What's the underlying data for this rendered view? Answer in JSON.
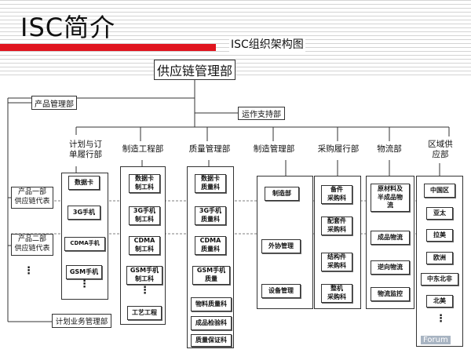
{
  "header": {
    "title": "ISC简介",
    "subtitle": "ISC组织架构图"
  },
  "root": "供应链管理部",
  "side_units": {
    "product_mgmt": "产品管理部",
    "ops_support": "运作支持部",
    "product_line_1": "产品一部\n供应链代表",
    "product_line_2": "产品二部\n供应链代表",
    "plan_business": "计划业务管理部"
  },
  "departments": [
    {
      "name": "计划与订\n单履行部",
      "items": [
        "数据卡",
        "3G手机",
        "CDMA手机",
        "GSM手机"
      ]
    },
    {
      "name": "制造工程部",
      "items": [
        "数据卡\n制工科",
        "3G手机\n制工科",
        "CDMA\n制工科",
        "GSM手机\n制工科",
        "工艺工程"
      ]
    },
    {
      "name": "质量管理部",
      "items": [
        "数据卡\n质量科",
        "3G手机\n质量科",
        "CDMA\n质量科",
        "GSM手机\n质量",
        "物料质量科",
        "成品检验科",
        "质量保证科"
      ]
    },
    {
      "name": "制造管理部",
      "items": [
        "制造部",
        "外协管理",
        "设备管理"
      ]
    },
    {
      "name": "采购履行部",
      "items": [
        "备件\n采购科",
        "配套件\n采购科",
        "结构件\n采购科",
        "整机\n采购科"
      ]
    },
    {
      "name": "物流部",
      "items": [
        "原材料及\n半成品物\n流",
        "成品物流",
        "逆向物流",
        "物流监控"
      ]
    },
    {
      "name": "区域供\n应部",
      "items": [
        "中国区",
        "亚太",
        "拉美",
        "欧洲",
        "中东北非",
        "北美"
      ]
    }
  ],
  "ellipsis": "⋮",
  "watermark": "Forum"
}
